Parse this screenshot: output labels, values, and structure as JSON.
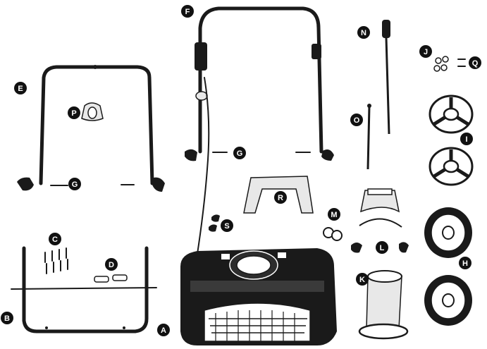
{
  "diagram": {
    "labels": {
      "A": "A",
      "B": "B",
      "C": "C",
      "D": "D",
      "E": "E",
      "F": "F",
      "G1": "G",
      "G2": "G",
      "H": "H",
      "I": "I",
      "J": "J",
      "K": "K",
      "L": "L",
      "M": "M",
      "N": "N",
      "O": "O",
      "P": "P",
      "Q": "Q",
      "R": "R",
      "S": "S"
    }
  }
}
